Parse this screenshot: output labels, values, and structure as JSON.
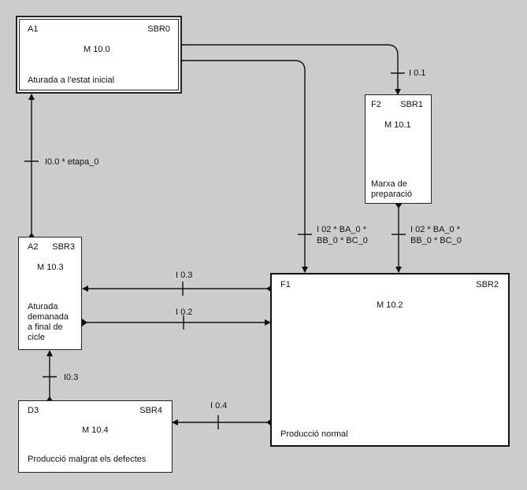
{
  "diagram": {
    "type": "GRAFCET / state transition diagram",
    "states": [
      {
        "key": "a1",
        "id": "A1",
        "subroutine": "SBR0",
        "marker": "M 10.0",
        "description": "Aturada a l’estat inicial",
        "initial": true
      },
      {
        "key": "f2",
        "id": "F2",
        "subroutine": "SBR1",
        "marker": "M 10.1",
        "description": "Marxa de preparació"
      },
      {
        "key": "a2",
        "id": "A2",
        "subroutine": "SBR3",
        "marker": "M 10.3",
        "description": "Aturada demanada a final de cicle"
      },
      {
        "key": "f1",
        "id": "F1",
        "subroutine": "SBR2",
        "marker": "M 10.2",
        "description": "Producció normal"
      },
      {
        "key": "d3",
        "id": "D3",
        "subroutine": "SBR4",
        "marker": "M 10.4",
        "description": "Producció malgrat els defectes"
      }
    ],
    "transitions": [
      {
        "from": "A1",
        "to": "F2",
        "condition": "I 0.1"
      },
      {
        "from": "A1",
        "to": "F1",
        "condition_line1": "I 02 * BA_0 *",
        "condition_line2": "BB_0 * BC_0"
      },
      {
        "from": "F2",
        "to": "F1",
        "condition_line1": "I 02 * BA_0 *",
        "condition_line2": "BB_0 * BC_0"
      },
      {
        "from": "A2",
        "to": "A1",
        "condition": "I0.0 * etapa_0"
      },
      {
        "from": "F1",
        "to": "A2",
        "condition": "I 0.3"
      },
      {
        "from": "A2",
        "to": "F1",
        "condition": "I 0.2"
      },
      {
        "from": "D3",
        "to": "A2",
        "condition": "I0.3"
      },
      {
        "from": "F1",
        "to": "D3",
        "condition": "I 0.4"
      }
    ]
  },
  "boxes": {
    "a1": {
      "id": "A1",
      "sbr": "SBR0",
      "marker": "M 10.0",
      "desc": "Aturada a l’estat inicial"
    },
    "f2": {
      "id": "F2",
      "sbr": "SBR1",
      "marker": "M 10.1",
      "desc1": "Marxa de",
      "desc2": "preparació"
    },
    "a2": {
      "id": "A2",
      "sbr": "SBR3",
      "marker": "M 10.3",
      "desc1": "Aturada",
      "desc2": "demanada",
      "desc3": "a final de",
      "desc4": "cicle"
    },
    "f1": {
      "id": "F1",
      "sbr": "SBR2",
      "marker": "M 10.2",
      "desc": "Producció normal"
    },
    "d3": {
      "id": "D3",
      "sbr": "SBR4",
      "marker": "M 10.4",
      "desc": "Producció malgrat els defectes"
    }
  },
  "labels": {
    "t_a1_f2": "I 0.1",
    "t_a1_f1_l1": "I 02 * BA_0 *",
    "t_a1_f1_l2": "BB_0 * BC_0",
    "t_f2_f1_l1": "I 02 * BA_0 *",
    "t_f2_f1_l2": "BB_0 * BC_0",
    "t_a2_a1": "I0.0 * etapa_0",
    "t_f1_a2": "I 0.3",
    "t_a2_f1": "I 0.2",
    "t_d3_a2": "I0.3",
    "t_f1_d3": "I 0.4"
  }
}
